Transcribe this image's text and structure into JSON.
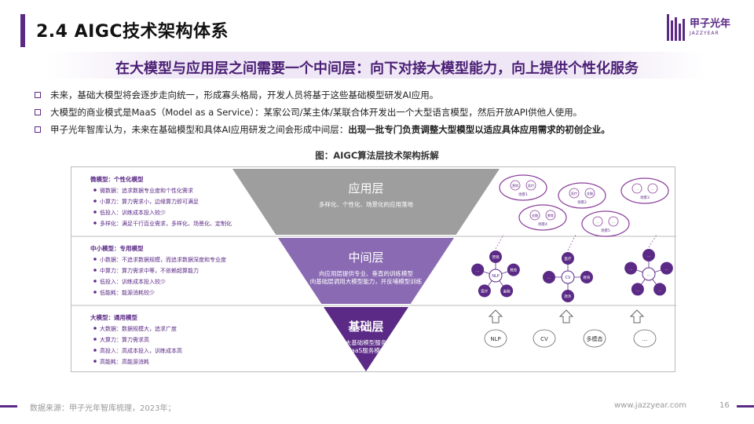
{
  "header": {
    "title": "2.4 AIGC技术架构体系",
    "logo_text": "甲子光年",
    "logo_sub": "JAZZYEAR",
    "subtitle": "在大模型与应用层之间需要一个中间层：向下对接大模型能力，向上提供个性化服务"
  },
  "bullets": [
    {
      "text": "未来，基础大模型将会逐步走向统一，形成寡头格局，开发人员将基于这些基础模型研发AI应用。",
      "bold": ""
    },
    {
      "text": "大模型的商业模式是MaaS（Model  as a Service）：某家公司/某主体/某联合体开发出一个大型语言模型，然后开放API供他人使用。",
      "bold": ""
    },
    {
      "text": "甲子光年智库认为，未来在基础模型和具体AI应用研发之间会形成中间层：",
      "bold": "出现一批专门负责调整大型模型以适应具体应用需求的初创企业。"
    }
  ],
  "figure": {
    "title": "图：AIGC算法层技术架构拆解",
    "layers": [
      {
        "name": "应用层",
        "desc": "多样化、个性化、场景化的应用落地",
        "color": "#9e9e9e"
      },
      {
        "name": "中间层",
        "desc": "向应用层提供专业、垂直的训练模型 向基础层调用大模型能力，并反哺模型训练",
        "color": "#8a6bb3"
      },
      {
        "name": "基础层",
        "desc": "大基础模型服务 MaaS服务模式",
        "color": "#5b2a86"
      }
    ],
    "left_groups": [
      {
        "heading": "微模型：个性化模型",
        "items": [
          "微数据：追求数据专业度和个性化需求",
          "小算力：算力需求小，边缘算力即可满足",
          "低投入：训练成本投入较少",
          "多样化：满足千行百业需求，多样化、场景化、定制化"
        ]
      },
      {
        "heading": "中小模型：专用模型",
        "items": [
          "小数据：不追求数据规模，而追求数据深度和专业度",
          "中算力：算力需求中等，不依赖超算能力",
          "低投入：训练成本投入较少",
          "低能耗：能源消耗较少"
        ]
      },
      {
        "heading": "大模型：通用模型",
        "items": [
          "大数据：数据规模大，追求广度",
          "大算力：算力需求高",
          "高投入：高成本投入，训练成本高",
          "高能耗：高能源消耗"
        ]
      }
    ],
    "base_models": [
      "NLP",
      "CV",
      "多模态",
      "..."
    ],
    "mid_hubs": [
      {
        "center": "NLP",
        "nodes": [
          "营销",
          "教育",
          "金融",
          "医疗",
          "..."
        ]
      },
      {
        "center": "CV",
        "nodes": [
          "医疗",
          "教育",
          "政务",
          "..."
        ]
      },
      {
        "center": "...",
        "nodes": [
          "...",
          "...",
          "...",
          "...",
          "..."
        ]
      }
    ],
    "app_clusters": [
      {
        "label": "场景1",
        "nodes": [
          "营销",
          "医疗"
        ]
      },
      {
        "label": "场景2",
        "nodes": [
          "医疗",
          "金融"
        ]
      },
      {
        "label": "场景3",
        "nodes": [
          "...",
          "..."
        ]
      },
      {
        "label": "场景4",
        "nodes": [
          "金融",
          "教育"
        ]
      },
      {
        "label": "场景5",
        "nodes": [
          "...",
          "..."
        ]
      }
    ]
  },
  "footer": {
    "source": "数据来源：甲子光年智库梳理，2023年；",
    "url": "www.jazzyear.com",
    "page": "16"
  },
  "watermark": "甲子光年",
  "colors": {
    "brand": "#5b2a86",
    "light": "#8a6bb3",
    "gray": "#9e9e9e"
  }
}
